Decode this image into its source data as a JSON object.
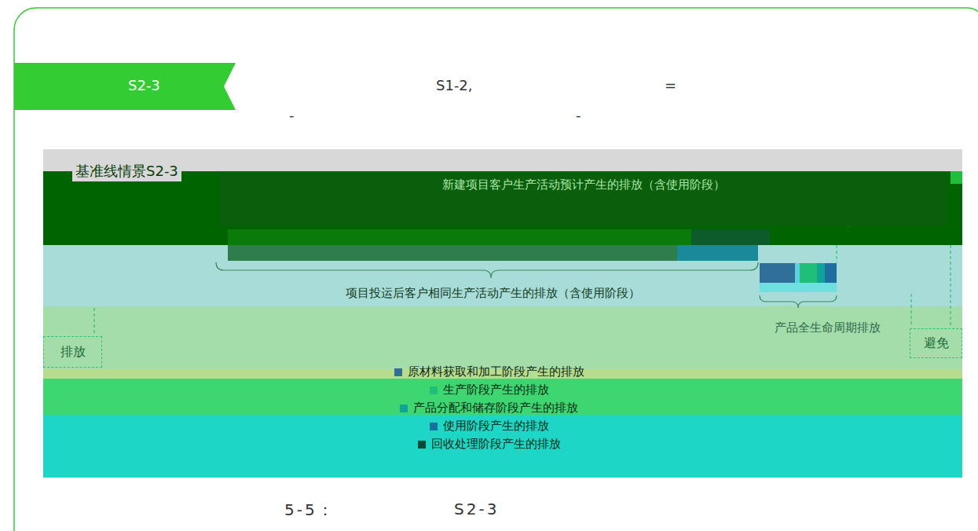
{
  "diagram": {
    "title": "基准线情景S2-3",
    "caption": "5-5：",
    "nodes": [
      {
        "text": [
          "新建项目客户生产活动预计产生的排放（含使用阶段）"
        ]
      },
      {
        "text": [
          "排放"
        ]
      },
      {
        "text": [
          "避免"
        ]
      }
    ],
    "labels": [
      "S2-3",
      "S1-2,",
      "=",
      "-",
      "-",
      "项目投运后客户相同生产活动产生的排放（含使用阶段）",
      "产品全生命周期排放",
      "S2-3"
    ],
    "legend": [
      {
        "text": "原材料获取和加工阶段产生的排放",
        "color": "#2f6f9a"
      },
      {
        "text": "生产阶段产生的排放",
        "color": "#1fbf7a"
      },
      {
        "text": "产品分配和储存阶段产生的排放",
        "color": "#0fa39a"
      },
      {
        "text": "使用阶段产生的排放",
        "color": "#1e6fa0"
      },
      {
        "text": "回收处理阶段产生的排放",
        "color": "#0b4a3a"
      }
    ]
  }
}
